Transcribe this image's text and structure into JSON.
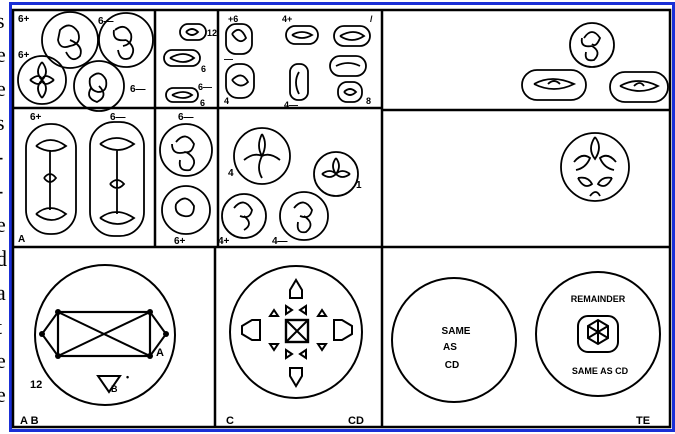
{
  "left_strip": {
    "glyphs": [
      "s",
      "e",
      "e",
      "s",
      "-",
      "-",
      "e",
      "d",
      "a",
      "t",
      "e",
      "e"
    ]
  },
  "frame": {
    "border_color": "#1a2fd6"
  },
  "panels": {
    "top_left_cells": {
      "c1": {
        "tl": "6+",
        "tr": "6—",
        "ml": "6+",
        "mr": "6—"
      },
      "c2": {
        "top": "12",
        "mid": "6",
        "lo": "6—",
        "bot": "6"
      },
      "c3": {
        "tl": "+6",
        "tr": "4+",
        "tr2": "/",
        "ml": "—",
        "bl": "4",
        "bm": "4—",
        "br": "8"
      },
      "c4": {
        "tl": "6+",
        "tr": "6—",
        "bl": "A"
      },
      "c5": {
        "tl": "6—",
        "bl": "6+"
      },
      "c6": {
        "ml": "4",
        "mr": "1",
        "bl": "4+",
        "bm": "4—"
      }
    },
    "ab": {
      "corner": "A B",
      "label12": "12",
      "labelA": "A",
      "labelB": "B",
      "dot": "•"
    },
    "cd": {
      "left": "C",
      "right": "CD"
    },
    "same": {
      "line1": "SAME",
      "line2": "AS",
      "line3": "CD"
    },
    "remainder": {
      "top": "REMAINDER",
      "bottom": "SAME AS CD",
      "corner": "TE"
    }
  }
}
